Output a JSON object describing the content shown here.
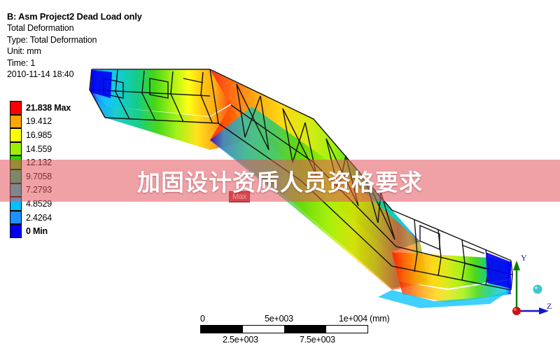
{
  "header": {
    "lines": [
      "B: Asm Project2 Dead Load only",
      "Total Deformation",
      "Type: Total Deformation",
      "Unit: mm",
      "Time: 1",
      "2010-11-14 18:40"
    ]
  },
  "legend": {
    "title": "Total Deformation contour legend",
    "unit": "mm",
    "entries": [
      {
        "label": "21.838 Max",
        "value": 21.838,
        "color": "#ff0000",
        "bold": true
      },
      {
        "label": "19.412",
        "value": 19.412,
        "color": "#ffa500",
        "bold": false
      },
      {
        "label": "16.985",
        "value": 16.985,
        "color": "#ffff00",
        "bold": false
      },
      {
        "label": "14.559",
        "value": 14.559,
        "color": "#9cf000",
        "bold": false
      },
      {
        "label": "12.132",
        "value": 12.132,
        "color": "#35d400",
        "bold": false
      },
      {
        "label": "9.7058",
        "value": 9.7058,
        "color": "#00c87a",
        "bold": false
      },
      {
        "label": "7.2793",
        "value": 7.2793,
        "color": "#00c8c8",
        "bold": false
      },
      {
        "label": "4.8529",
        "value": 4.8529,
        "color": "#00c0ff",
        "bold": false
      },
      {
        "label": "2.4264",
        "value": 2.4264,
        "color": "#1e90ff",
        "bold": false
      },
      {
        "label": "0 Min",
        "value": 0,
        "color": "#0000ee",
        "bold": true
      }
    ]
  },
  "annotations": {
    "max_label": "Max"
  },
  "watermark": {
    "text": "加固设计资质人员资格要求",
    "band_color": "#e4545c",
    "text_color": "#ffffff"
  },
  "triad": {
    "y_label": "Y",
    "z_label": "Z",
    "y_color": "#008000",
    "z_color": "#0000cc",
    "x_color": "#cc0000",
    "sphere_color": "#3fc8c8"
  },
  "scalebar": {
    "top_ticks": [
      "0",
      "5e+003",
      "1e+004 (mm)"
    ],
    "bottom_ticks": [
      "2.5e+003",
      "7.5e+003"
    ],
    "segments": [
      "dark",
      "light",
      "dark",
      "light"
    ],
    "unit": "mm"
  }
}
